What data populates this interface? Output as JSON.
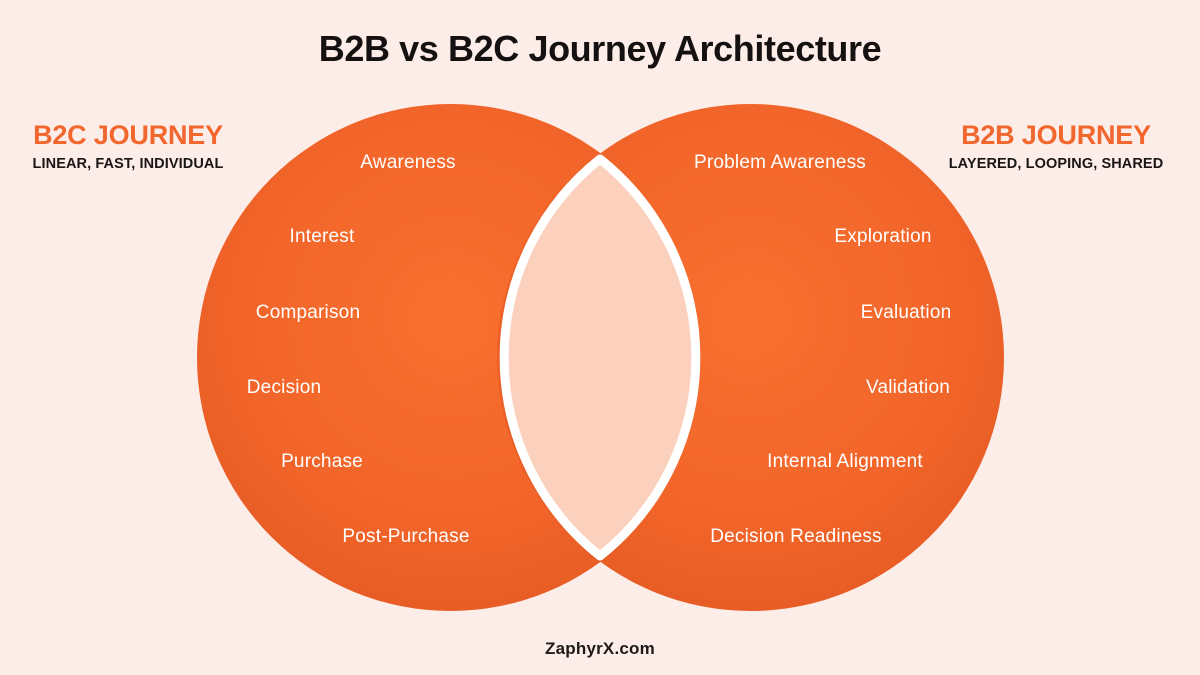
{
  "title": "B2B vs B2C Journey Architecture",
  "b2c": {
    "title": "B2C JOURNEY",
    "subtitle": "LINEAR, FAST, INDIVIDUAL",
    "stages": [
      "Awareness",
      "Interest",
      "Comparison",
      "Decision",
      "Purchase",
      "Post-Purchase"
    ]
  },
  "b2b": {
    "title": "B2B JOURNEY",
    "subtitle": "LAYERED, LOOPING, SHARED",
    "stages": [
      "Problem Awareness",
      "Exploration",
      "Evaluation",
      "Validation",
      "Internal Alignment",
      "Decision Readiness"
    ]
  },
  "footer": "ZaphyrX.com",
  "colors": {
    "background": "#FDEDE9",
    "circle_orange": "#F2652A",
    "circle_edge": "#A7491E",
    "intersection_fill": "#FBD1BD",
    "intersection_stroke": "#FFFFFF",
    "accent_orange": "#F2672E",
    "text_dark": "#151111",
    "text_light": "#FFFFFF"
  }
}
